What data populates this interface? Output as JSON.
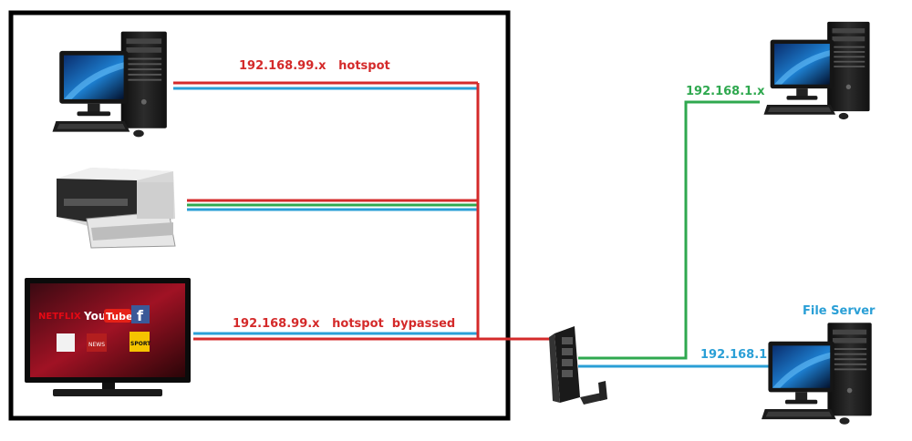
{
  "labels": {
    "hotspot": "192.168.99.x   hotspot",
    "bypassed": "192.168.99.x   hotspot  bypassed",
    "lan_top": "192.168.1.x",
    "lan_bottom": "192.168.1.x",
    "file_server": "File Server"
  },
  "tv_apps": {
    "netflix": "NETFLIX",
    "youtube_you": "You",
    "youtube_tube": "Tube",
    "facebook": "f",
    "bbc_news": "NEWS",
    "bbc_sport": "SPORT"
  },
  "colors": {
    "red": "#d42a2a",
    "blue": "#2a9fd6",
    "green": "#2fa84f",
    "frame": "#000000"
  },
  "icons": {
    "computer_top_left": "desktop-computer-icon",
    "printer": "printer-icon",
    "smart_tv": "smart-tv-icon",
    "router": "router-icon",
    "computer_top_right": "desktop-computer-icon",
    "file_server": "desktop-computer-icon"
  }
}
